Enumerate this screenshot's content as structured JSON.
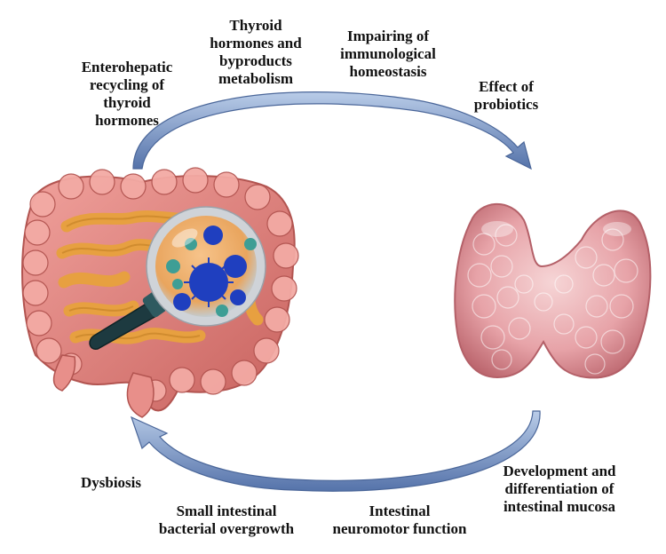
{
  "colors": {
    "arrow_fill": "#5d7fb5",
    "arrow_light": "#a9c0e0",
    "colon": "#d8807c",
    "small_intestine": "#e7a040",
    "thyroid": "#e8a3a8",
    "magnifier_ring": "#cfd3d8",
    "bacteria_blue": "#1f3fbf",
    "bacteria_teal": "#3e9e95"
  },
  "icons": {
    "gut": "intestine-illustration",
    "magnifier": "magnifying-glass-icon",
    "thyroid": "thyroid-gland-illustration",
    "top_arrow": "curved-arrow-right",
    "bottom_arrow": "curved-arrow-left"
  },
  "labels": {
    "enterohepatic": [
      "Enterohepatic",
      "recycling of",
      "thyroid",
      "hormones"
    ],
    "thyroid_metabolism": [
      "Thyroid",
      "hormones and",
      "byproducts",
      "metabolism"
    ],
    "immunological": [
      "Impairing of",
      "immunological",
      "homeostasis"
    ],
    "probiotics": [
      "Effect of",
      "probiotics"
    ],
    "dysbiosis": [
      "Dysbiosis"
    ],
    "sibo": [
      "Small intestinal",
      "bacterial overgrowth"
    ],
    "neuromotor": [
      "Intestinal",
      "neuromotor function"
    ],
    "mucosa": [
      "Development and",
      "differentiation of",
      "intestinal mucosa"
    ]
  }
}
